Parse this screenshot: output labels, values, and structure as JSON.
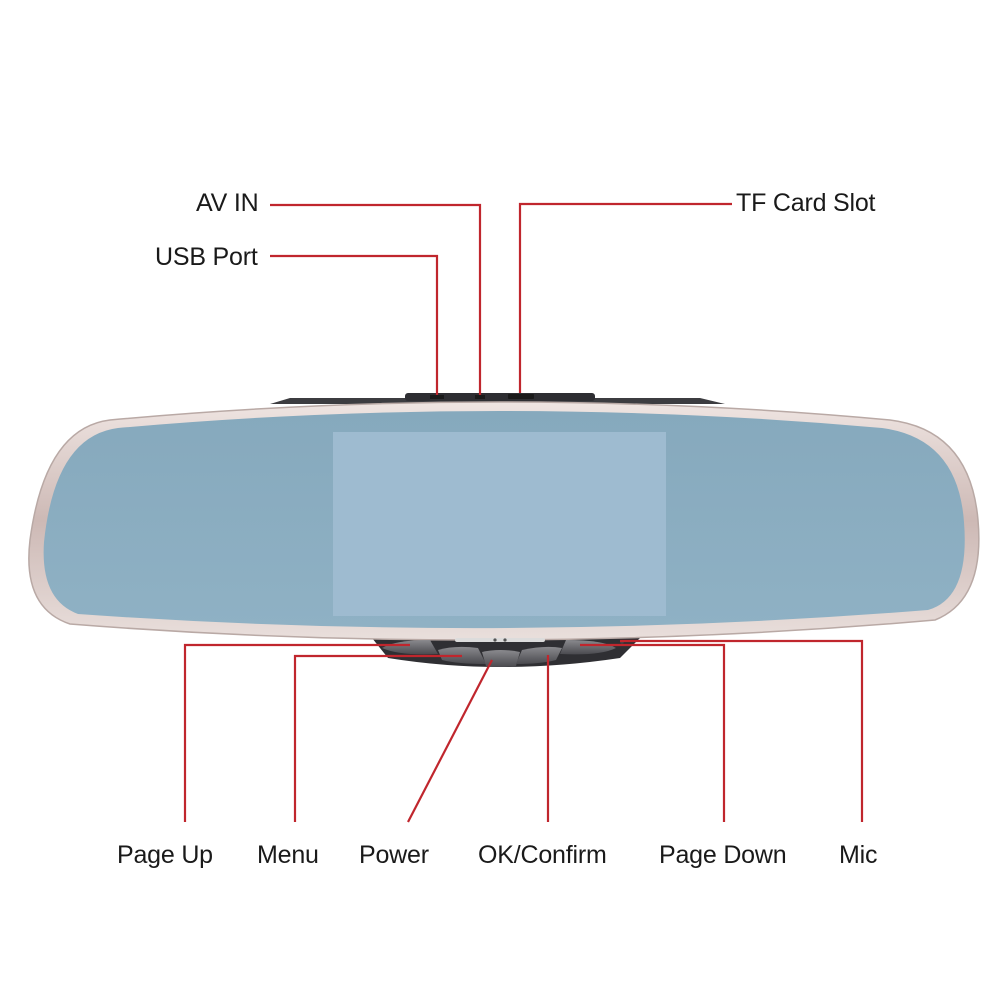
{
  "labels": {
    "av_in": "AV IN",
    "usb_port": "USB Port",
    "tf_card_slot": "TF Card Slot",
    "page_up": "Page Up",
    "menu": "Menu",
    "power": "Power",
    "ok_confirm": "OK/Confirm",
    "page_down": "Page Down",
    "mic": "Mic"
  },
  "colors": {
    "leader_line": "#c0262d",
    "mirror_glass": "#8fb2c6",
    "screen": "#9ebbd0",
    "bezel": "#d8c9c6"
  }
}
